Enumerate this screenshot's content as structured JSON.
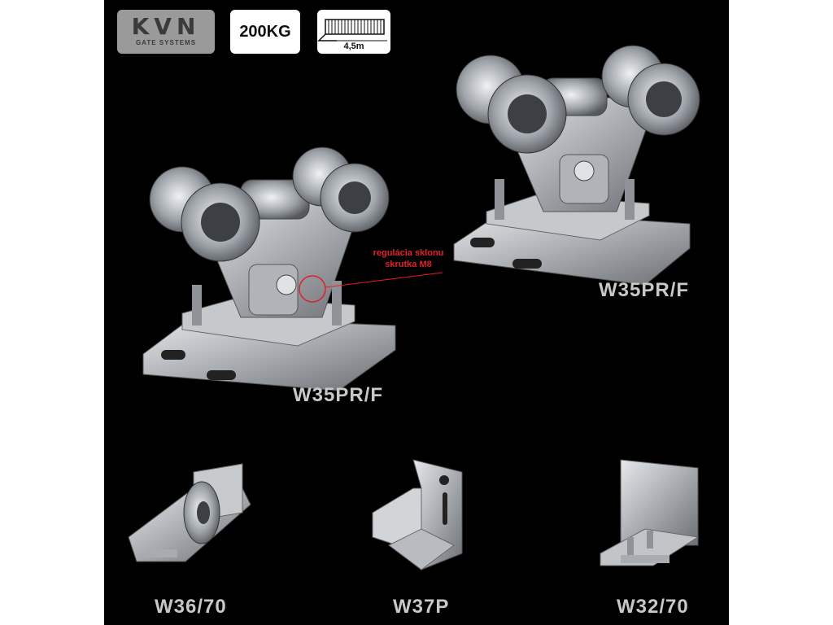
{
  "brand": {
    "logo": "KVN",
    "tagline": "GATE SYSTEMS"
  },
  "specs": {
    "weight": "200KG",
    "length": "4,5m",
    "gate_icon": "sliding-gate-icon"
  },
  "annotation": {
    "line1": "regulácia sklonu",
    "line2": "skrutka M8",
    "color": "#e0202a"
  },
  "products": {
    "left_carriage": "W35PR/F",
    "right_carriage": "W35PR/F",
    "end_roller": "W36/70",
    "catcher": "W37P",
    "guide": "W32/70"
  },
  "colors": {
    "background": "#000000",
    "caption": "#c8c8c8",
    "metal": "#b9bcc0"
  }
}
